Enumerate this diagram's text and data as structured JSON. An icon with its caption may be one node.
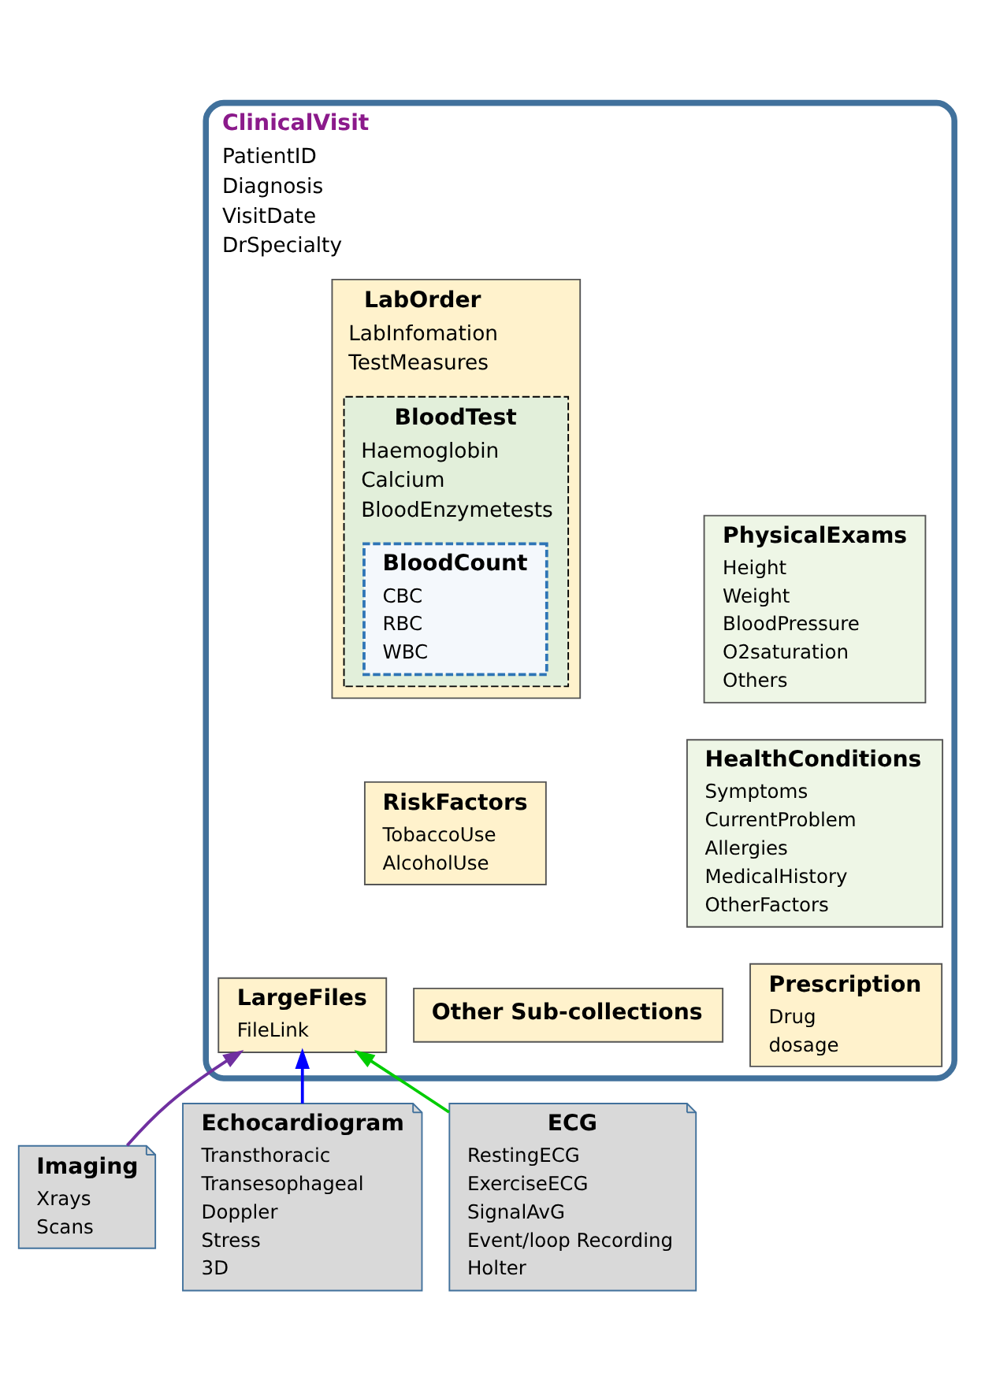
{
  "diagram": {
    "nodes": [
      {
        "text": [
          "ClinicalVisit",
          "PatientID",
          "Diagnosis",
          "VisitDate",
          "DrSpecialty"
        ]
      },
      {
        "text": [
          "PhysicalExams",
          "Height",
          "Weight",
          "BloodPressure",
          "O2saturation",
          "Others"
        ],
        "in": 0
      },
      {
        "text": [
          "HealthConditions",
          "Symptoms",
          "CurrentProblem",
          "Allergies",
          "MedicalHistory",
          "OtherFactors"
        ],
        "in": 0
      },
      {
        "text": [
          "LabOrder",
          "LabInfomation",
          "TestMeasures"
        ],
        "in": 0
      },
      {
        "text": [
          "BloodTest",
          "Haemoglobin",
          "Calcium",
          "BloodEnzymetests"
        ],
        "in": 3
      },
      {
        "text": [
          "BloodCount",
          "CBC",
          "RBC",
          "WBC"
        ],
        "in": 4
      },
      {
        "text": [
          "RiskFactors",
          "TobaccoUse",
          "AlcoholUse"
        ],
        "in": 0
      },
      {
        "text": [
          "Other Sub-collections"
        ],
        "in": 0
      },
      {
        "text": [
          "Prescription",
          "Drug",
          "dosage"
        ],
        "in": 0
      },
      {
        "text": [
          "LargeFiles",
          "FileLink"
        ],
        "in": 0
      },
      {
        "text": [
          "Imaging",
          "Xrays",
          "Scans"
        ]
      },
      {
        "text": [
          "Echocardiogram",
          "Transthoracic",
          "Transesophageal",
          "Doppler",
          "Stress",
          "3D"
        ]
      },
      {
        "text": [
          "ECG",
          "RestingECG",
          "ExerciseECG",
          "SignalAvG",
          "Event/loop Recording",
          "Holter"
        ]
      }
    ],
    "edges": [
      {
        "from": 10,
        "to": 9,
        "arrow": "to",
        "color": "#7030a0"
      },
      {
        "from": 11,
        "to": 9,
        "arrow": "to",
        "color": "#0000ff"
      },
      {
        "from": 12,
        "to": 9,
        "arrow": "to",
        "color": "#00cc00"
      }
    ]
  }
}
